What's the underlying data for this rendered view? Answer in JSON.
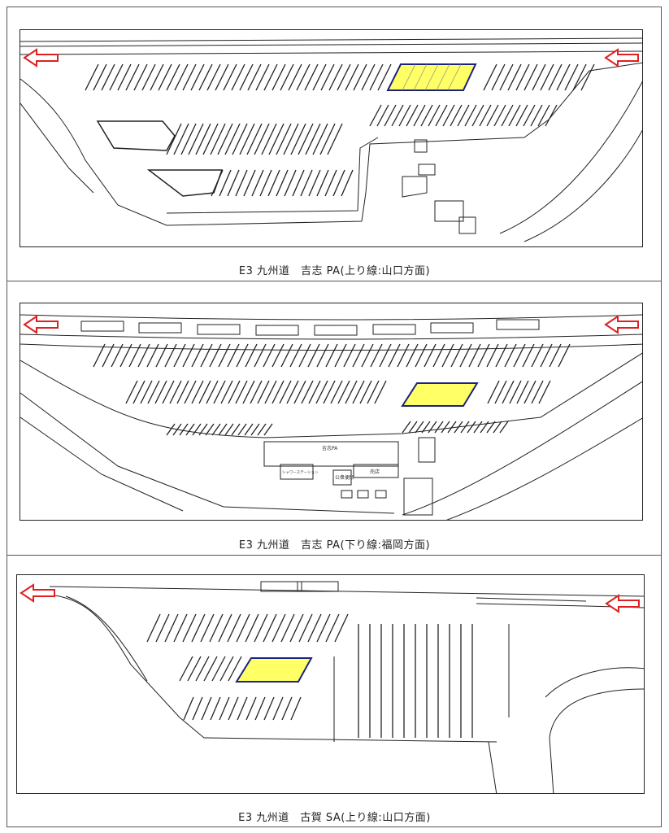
{
  "panels": [
    {
      "caption": "E3 九州道　吉志 PA(上り線:山口方面)",
      "labels": []
    },
    {
      "caption": "E3 九州道　吉志 PA(下り線:福岡方面)",
      "labels": {
        "pa_name": "吉志PA",
        "shower": "シャワーステーション",
        "toilet": "公衆便所",
        "shop": "売店"
      }
    },
    {
      "caption": "E3 九州道　古賀 SA(上り線:山口方面)",
      "labels": []
    }
  ],
  "colors": {
    "highlight_fill": "#ffff66",
    "highlight_stroke": "#1a237e",
    "arrow": "#e02020"
  },
  "icons": [
    "left-arrow-icon"
  ]
}
